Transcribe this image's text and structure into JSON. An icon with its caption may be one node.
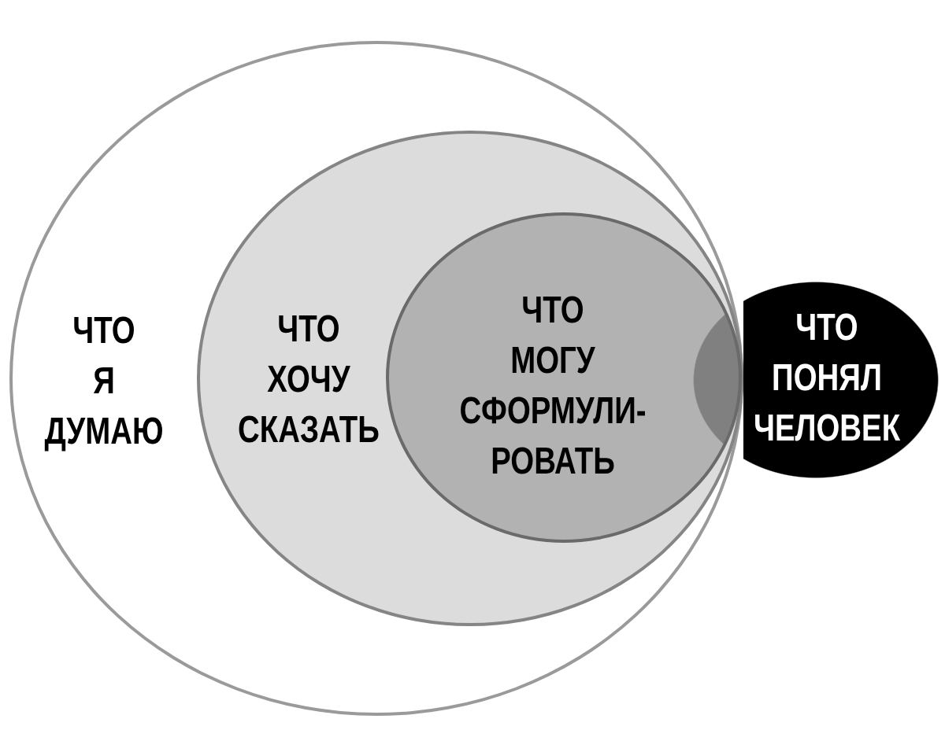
{
  "diagram": {
    "nodes": [
      {
        "text": [
          "ЧТО Я ДУМАЮ"
        ]
      },
      {
        "text": [
          "ЧТО ХОЧУ СКАЗАТЬ"
        ],
        "in": 0
      },
      {
        "text": [
          "ЧТО МОГУ СФОРМУЛИ-РОВАТЬ"
        ],
        "in": 1
      },
      {
        "text": [
          "ЧТО ПОНЯЛ ЧЕЛОВЕК"
        ]
      }
    ]
  }
}
